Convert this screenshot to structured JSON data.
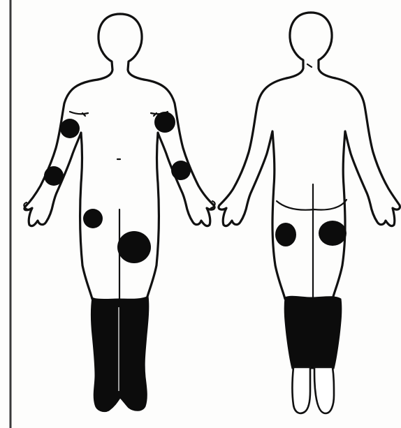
{
  "diagram": {
    "views": [
      "front",
      "back"
    ],
    "front_lesions": [
      "right-upper-arm",
      "left-upper-arm",
      "right-forearm",
      "left-forearm",
      "right-thigh",
      "left-thigh",
      "lower-legs-and-feet"
    ],
    "back_lesions": [
      "right-buttock-lower",
      "left-buttock-lower",
      "lower-legs"
    ],
    "lesion_color": "#0c0c0c",
    "outline_color": "#111111",
    "background_color": "#fdfdfc"
  }
}
